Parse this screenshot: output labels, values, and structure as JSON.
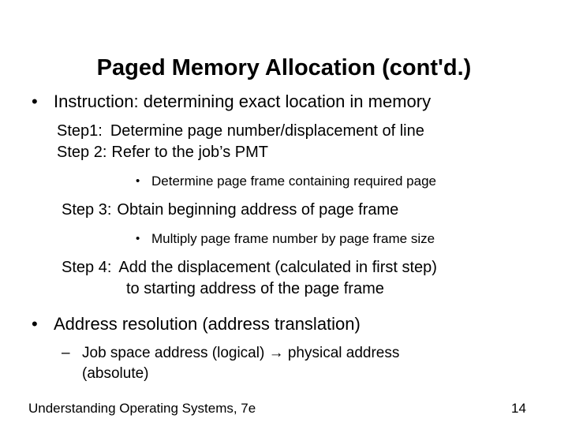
{
  "slide": {
    "title": "Paged Memory Allocation (cont'd.)",
    "bullet_glyph": "•",
    "dash_glyph": "–",
    "arrow_glyph": "→",
    "text_color": "#000000",
    "background_color": "#ffffff",
    "content": {
      "instruction_bullet": "Instruction: determining exact location in memory",
      "step1_label": "Step1:",
      "step1_text": "Determine page number/displacement of line",
      "step2_label": "Step 2:",
      "step2_text": "Refer to the job’s PMT",
      "sub1_text": "Determine page frame containing required page",
      "step3_label": "Step 3:",
      "step3_text": "Obtain beginning address of page frame",
      "sub2_text": "Multiply page frame number by page frame size",
      "step4_label": "Step 4:",
      "step4_text": "Add the displacement (calculated in first step)",
      "step4_cont": "to starting address of the page frame",
      "address_bullet": "Address resolution (address translation)",
      "address_sub": "Job space address (logical) → physical address",
      "address_sub_cont": "(absolute)"
    }
  },
  "footer": {
    "source": "Understanding Operating Systems, 7e",
    "page_number": "14"
  }
}
